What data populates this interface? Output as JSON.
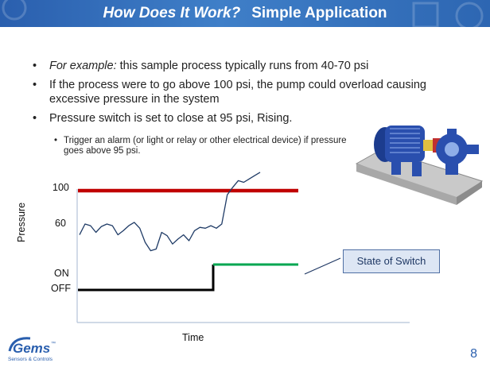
{
  "header": {
    "title_question": "How Does It Work?",
    "title_main": "Simple Application",
    "background": "#3f7fc8"
  },
  "bullets": [
    {
      "italic": "For example:",
      "text": "  this sample process typically runs from 40-70 psi"
    },
    {
      "italic": "",
      "text": "If the process were to go above 100 psi, the pump could overload causing excessive pressure in the system"
    },
    {
      "italic": "",
      "text": "Pressure switch is set to close at 95 psi, Rising."
    }
  ],
  "sub_bullet": "Trigger an alarm (or light or relay or other electrical device) if pressure goes above 95 psi.",
  "chart": {
    "y_label": "Pressure",
    "x_label": "Time",
    "tick_100": "100",
    "tick_60": "60",
    "tick_on": "ON",
    "tick_off": "OFF",
    "callout": "State of Switch",
    "colors": {
      "setpoint": "#c00000",
      "switch_on": "#00a651",
      "switch_off": "#000000",
      "signal": "#1f3b66",
      "axis": "#b4c3d8"
    }
  },
  "chart_data": {
    "type": "line",
    "title": "",
    "xlabel": "Time",
    "ylabel": "Pressure",
    "y_ticks": [
      "OFF",
      "ON",
      "60",
      "100"
    ],
    "series": [
      {
        "values": [
          47,
          60,
          58,
          50,
          57,
          60,
          58,
          47,
          52,
          58,
          62,
          55,
          38,
          28,
          30,
          50,
          46,
          36,
          42,
          47,
          40,
          52,
          56,
          55,
          58,
          55,
          60,
          95,
          104,
          112,
          110,
          114,
          118,
          122
        ]
      },
      {
        "values": [
          100,
          100
        ]
      },
      {
        "values": [
          "OFF",
          "OFF",
          "ON",
          "ON"
        ]
      }
    ]
  },
  "logo": {
    "name": "Gems",
    "tagline": "Sensors & Controls",
    "tm": "™"
  },
  "page_number": "8"
}
